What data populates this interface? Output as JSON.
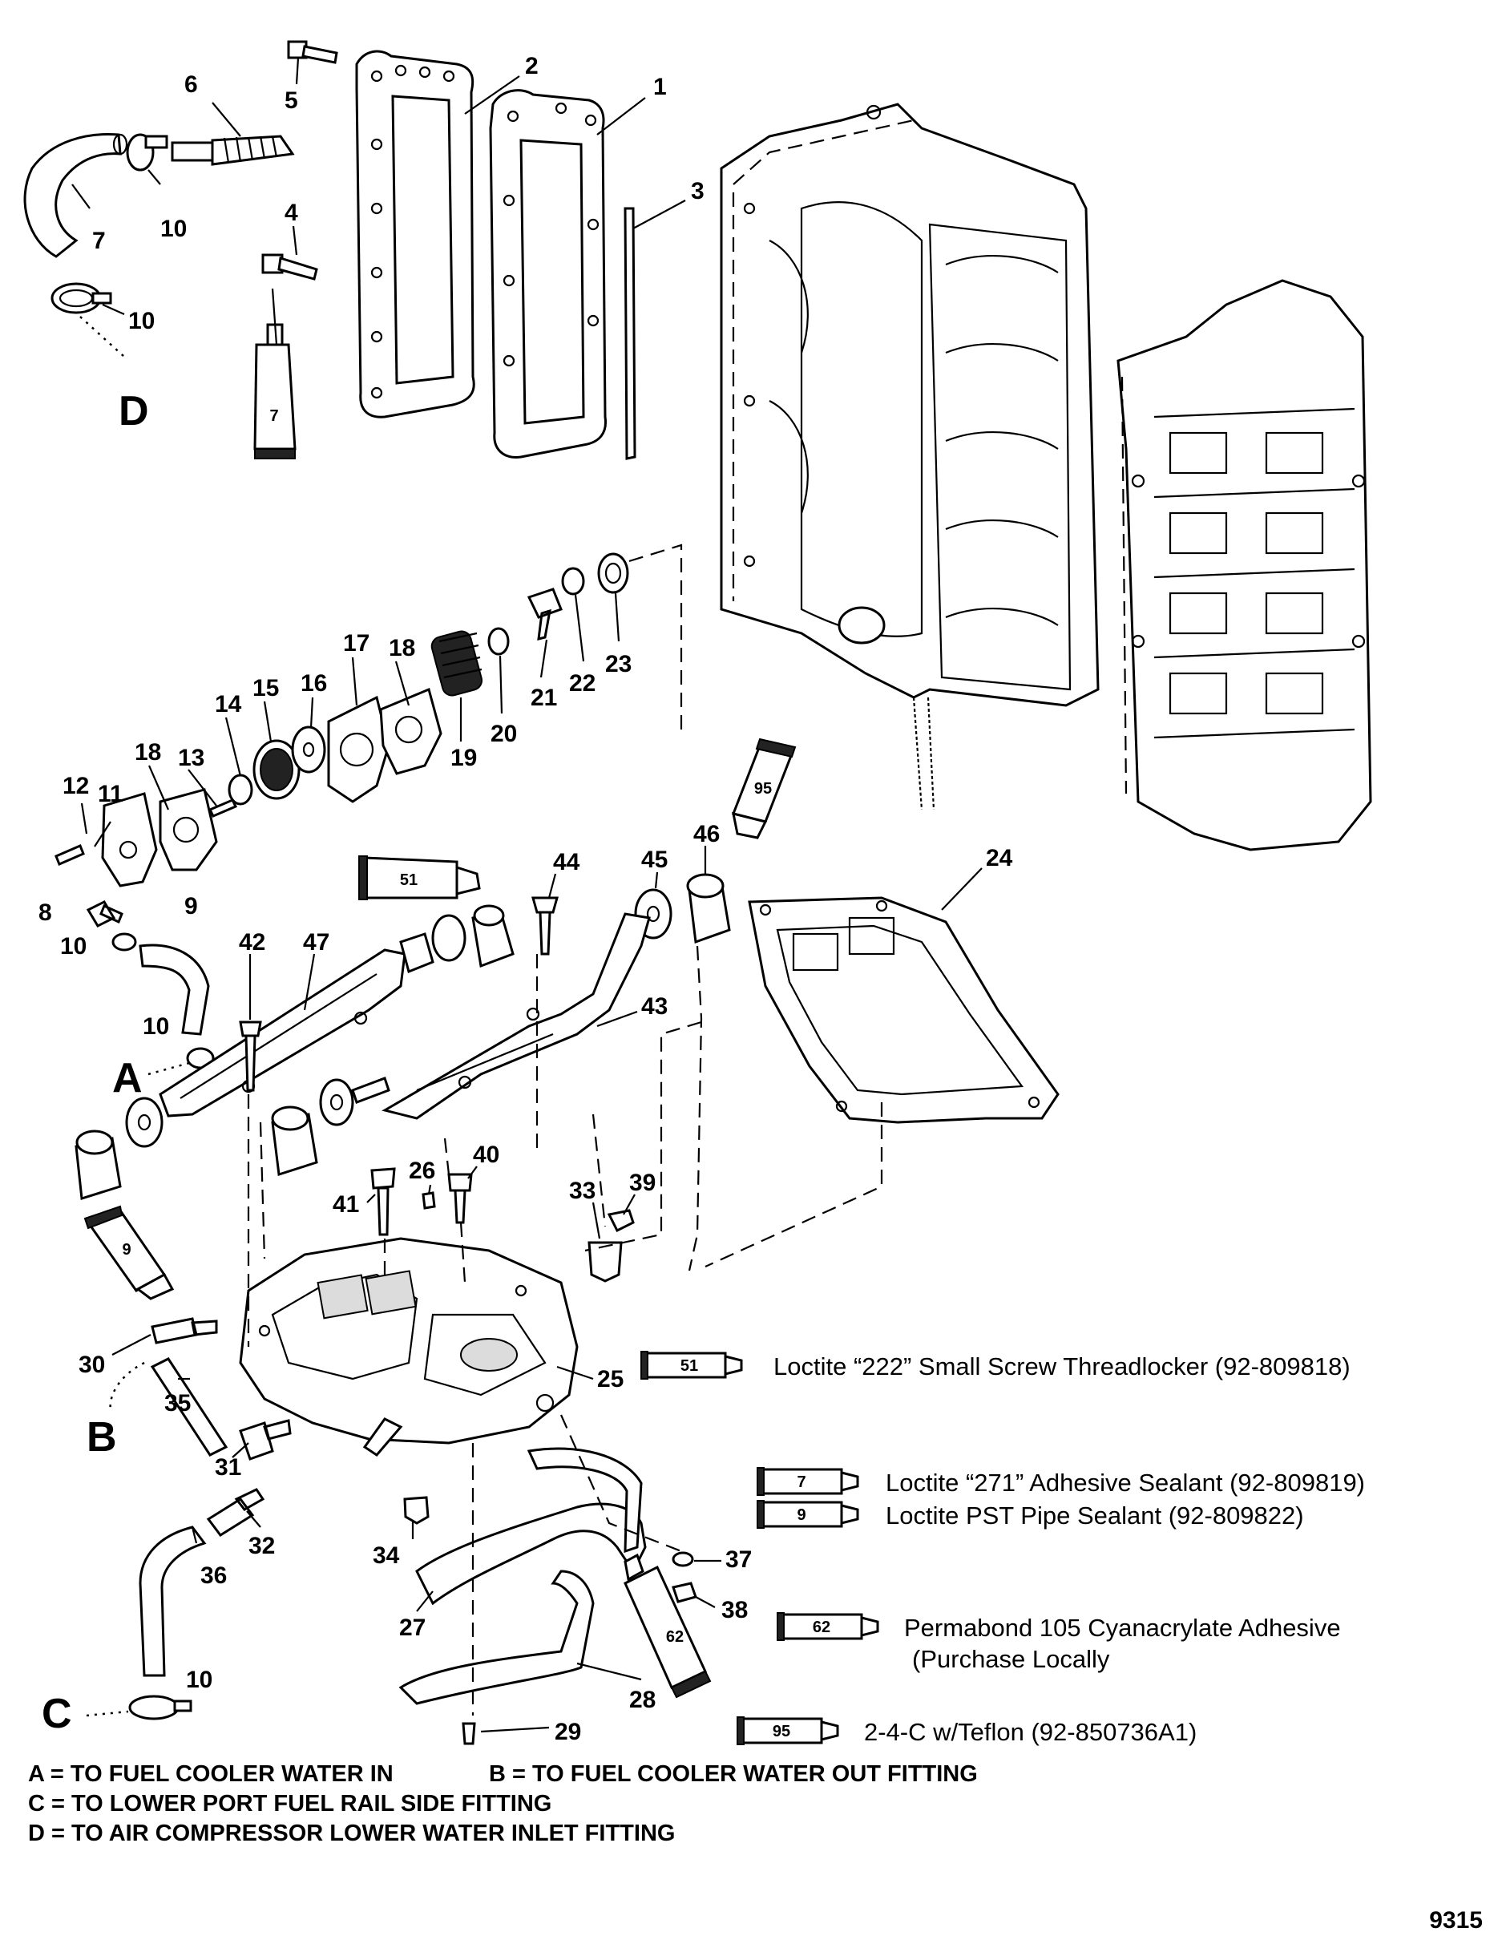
{
  "callouts": [
    {
      "id": "1",
      "label": "1"
    },
    {
      "id": "2",
      "label": "2"
    },
    {
      "id": "3",
      "label": "3"
    },
    {
      "id": "4",
      "label": "4"
    },
    {
      "id": "5",
      "label": "5"
    },
    {
      "id": "6",
      "label": "6"
    },
    {
      "id": "7a",
      "label": "7"
    },
    {
      "id": "7b",
      "label": "7"
    },
    {
      "id": "8",
      "label": "8"
    },
    {
      "id": "9",
      "label": "9"
    },
    {
      "id": "10a",
      "label": "10"
    },
    {
      "id": "10b",
      "label": "10"
    },
    {
      "id": "10c",
      "label": "10"
    },
    {
      "id": "10d",
      "label": "10"
    },
    {
      "id": "10e",
      "label": "10"
    },
    {
      "id": "11",
      "label": "11"
    },
    {
      "id": "12",
      "label": "12"
    },
    {
      "id": "13",
      "label": "13"
    },
    {
      "id": "14",
      "label": "14"
    },
    {
      "id": "15",
      "label": "15"
    },
    {
      "id": "16",
      "label": "16"
    },
    {
      "id": "17",
      "label": "17"
    },
    {
      "id": "18a",
      "label": "18"
    },
    {
      "id": "18b",
      "label": "18"
    },
    {
      "id": "19",
      "label": "19"
    },
    {
      "id": "20",
      "label": "20"
    },
    {
      "id": "21",
      "label": "21"
    },
    {
      "id": "22",
      "label": "22"
    },
    {
      "id": "23",
      "label": "23"
    },
    {
      "id": "24",
      "label": "24"
    },
    {
      "id": "25",
      "label": "25"
    },
    {
      "id": "26",
      "label": "26"
    },
    {
      "id": "27",
      "label": "27"
    },
    {
      "id": "28",
      "label": "28"
    },
    {
      "id": "29",
      "label": "29"
    },
    {
      "id": "30",
      "label": "30"
    },
    {
      "id": "31",
      "label": "31"
    },
    {
      "id": "32",
      "label": "32"
    },
    {
      "id": "33",
      "label": "33"
    },
    {
      "id": "34",
      "label": "34"
    },
    {
      "id": "35",
      "label": "35"
    },
    {
      "id": "36",
      "label": "36"
    },
    {
      "id": "37",
      "label": "37"
    },
    {
      "id": "38",
      "label": "38"
    },
    {
      "id": "39",
      "label": "39"
    },
    {
      "id": "40",
      "label": "40"
    },
    {
      "id": "41",
      "label": "41"
    },
    {
      "id": "42",
      "label": "42"
    },
    {
      "id": "43",
      "label": "43"
    },
    {
      "id": "44",
      "label": "44"
    },
    {
      "id": "45",
      "label": "45"
    },
    {
      "id": "46",
      "label": "46"
    },
    {
      "id": "47",
      "label": "47"
    }
  ],
  "connection_letters": {
    "a": "A",
    "b": "B",
    "c": "C",
    "d": "D"
  },
  "tube_labels": {
    "t7": "7",
    "t9": "9",
    "t51": "51",
    "t62": "62",
    "t95": "95"
  },
  "legend": [
    {
      "code": "51",
      "text": "Loctite “222” Small Screw Threadlocker  (92-809818)"
    },
    {
      "code": "7",
      "text": "Loctite “271” Adhesive Sealant (92-809819)"
    },
    {
      "code": "9",
      "text": "Loctite PST Pipe Sealant (92-809822)"
    },
    {
      "code": "62",
      "text": "Permabond 105 Cyanacrylate Adhesive"
    },
    {
      "code": "95",
      "text": "2-4-C w/Teflon (92-850736A1)"
    }
  ],
  "legend_extra": "(Purchase Locally",
  "notes": {
    "a": "A = TO FUEL COOLER WATER IN",
    "b": "B =  TO FUEL COOLER WATER OUT FITTING",
    "c": "C = TO LOWER PORT FUEL RAIL SIDE FITTING",
    "d": "D = TO AIR COMPRESSOR LOWER WATER INLET FITTING"
  },
  "figure_number": "9315"
}
